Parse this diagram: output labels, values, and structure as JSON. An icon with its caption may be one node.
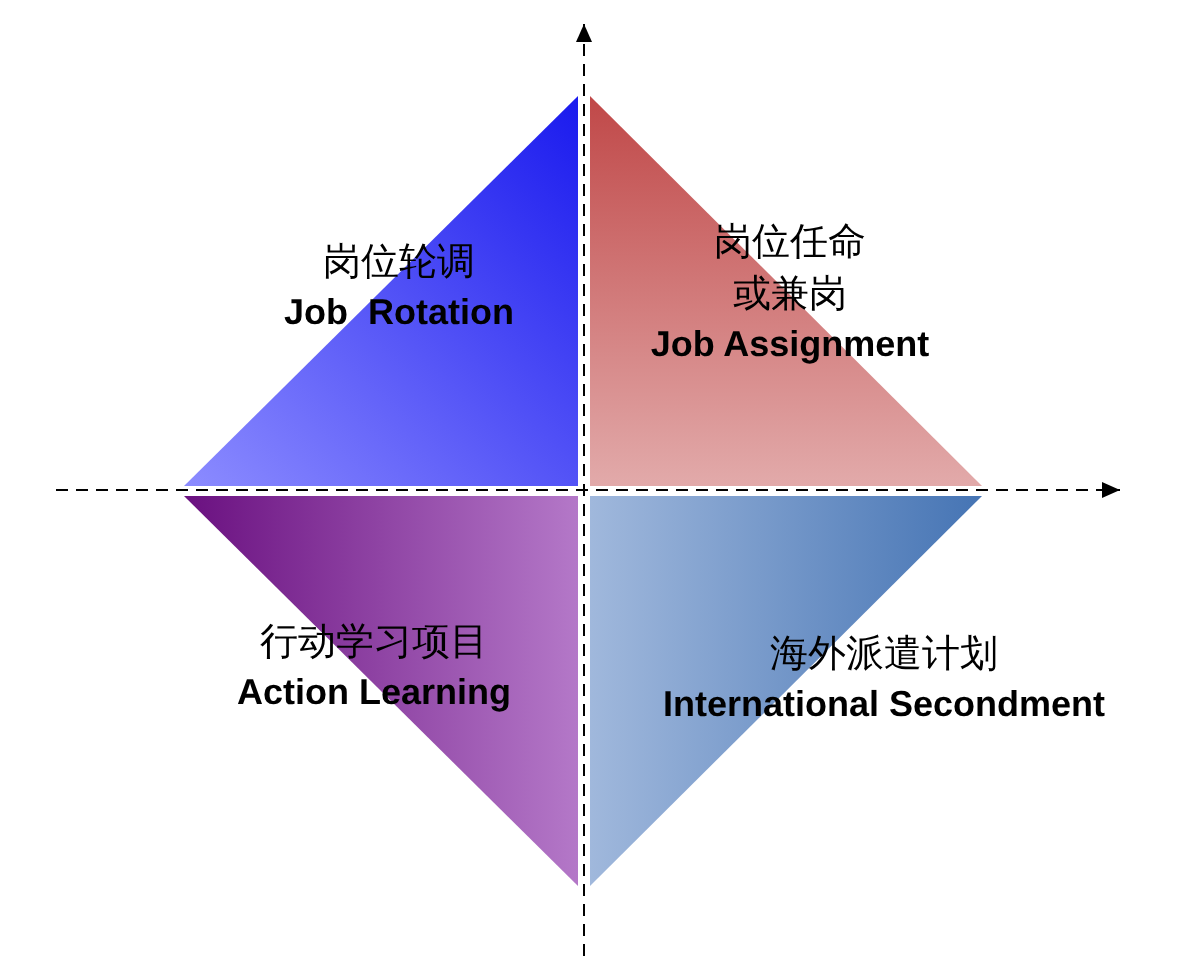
{
  "diagram": {
    "nodes": [
      {
        "text": [
          "岗位轮调",
          "Job  Rotation"
        ]
      },
      {
        "text": [
          "岗位任命或兼岗",
          "Job Assignment"
        ]
      },
      {
        "text": [
          "行动学习项目",
          "Action Learning"
        ]
      },
      {
        "text": [
          "海外派遣计划",
          "International Secondment"
        ]
      }
    ]
  }
}
